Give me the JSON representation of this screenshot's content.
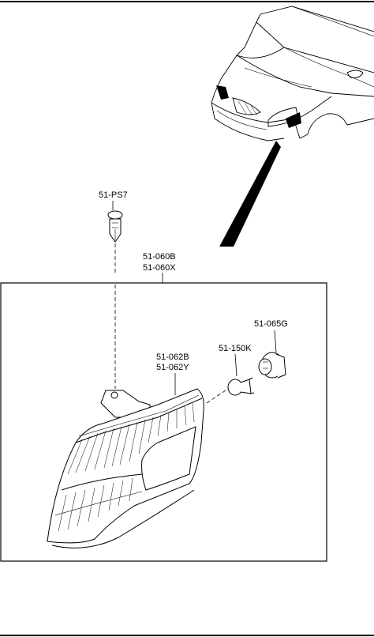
{
  "parts": {
    "clip": "51-PS7",
    "lamp_assy_a": "51-060B",
    "lamp_assy_b": "51-060X",
    "lens_a": "51-062B",
    "lens_b": "51-062Y",
    "bulb": "51-150K",
    "socket": "51-065G"
  },
  "colors": {
    "ink": "#000000",
    "paper": "#ffffff"
  }
}
